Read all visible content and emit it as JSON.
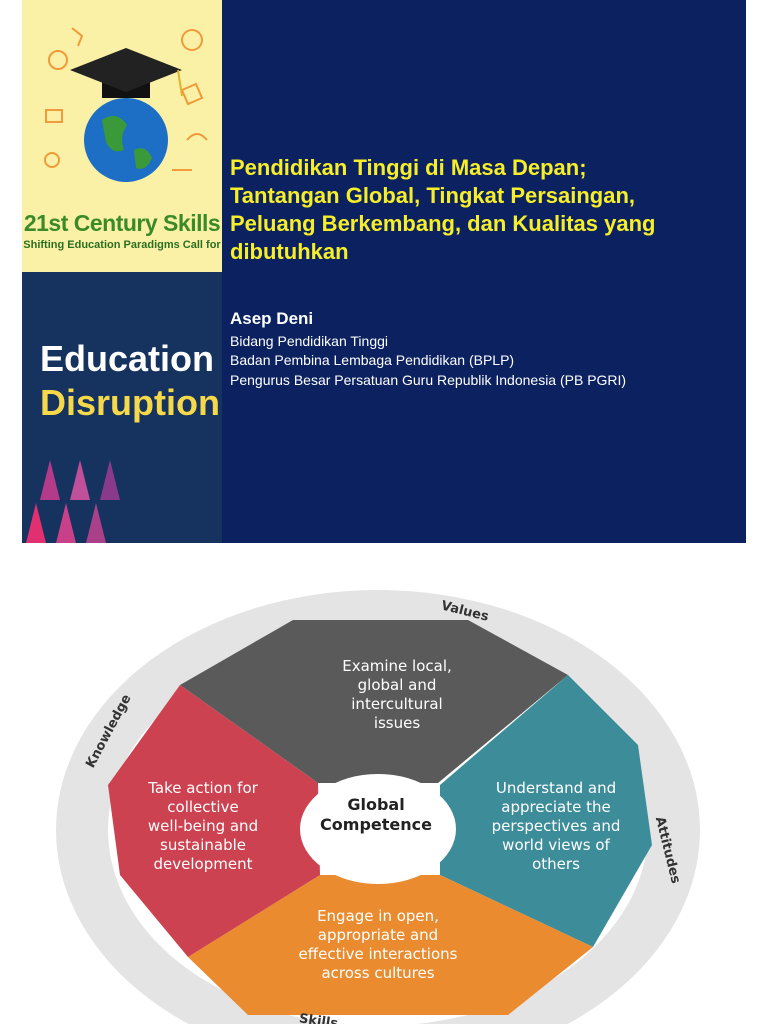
{
  "slide": {
    "badge_title": "21st Century Skills",
    "badge_subtitle": "Shifting Education Paradigms Call for",
    "edu_word1": "Education",
    "edu_word2": "Disruption",
    "title_lines": [
      "Pendidikan Tinggi di Masa Depan;",
      "Tantangan Global, Tingkat Persaingan,",
      "Peluang Berkembang, dan Kualitas yang",
      "dibutuhkan"
    ],
    "author": "Asep Deni",
    "affiliations": [
      "Bidang Pendidikan Tinggi",
      "Badan Pembina Lembaga Pendidikan (BPLP)",
      "Pengurus Besar Persatuan Guru Republik Indonesia (PB PGRI)"
    ],
    "colors": {
      "background": "#0b2160",
      "title": "#f7ee2a",
      "badge_bg": "#fbf1a6"
    }
  },
  "diagram": {
    "center": [
      "Global",
      "Competence"
    ],
    "ring_labels": {
      "top": "Values",
      "left": "Knowledge",
      "right": "Attitudes",
      "bottom": "Skills"
    },
    "segments": {
      "top": [
        "Examine local,",
        "global and",
        "intercultural",
        "issues"
      ],
      "right": [
        "Understand and",
        "appreciate the",
        "perspectives and",
        "world views of",
        "others"
      ],
      "bottom": [
        "Engage in open,",
        "appropriate and",
        "effective interactions",
        "across cultures"
      ],
      "left": [
        "Take action for",
        "collective",
        "well-being and",
        "sustainable",
        "development"
      ]
    },
    "colors": {
      "top": "#5a5a5a",
      "right": "#3c8d99",
      "bottom": "#e98b2e",
      "left": "#cc4250"
    }
  }
}
